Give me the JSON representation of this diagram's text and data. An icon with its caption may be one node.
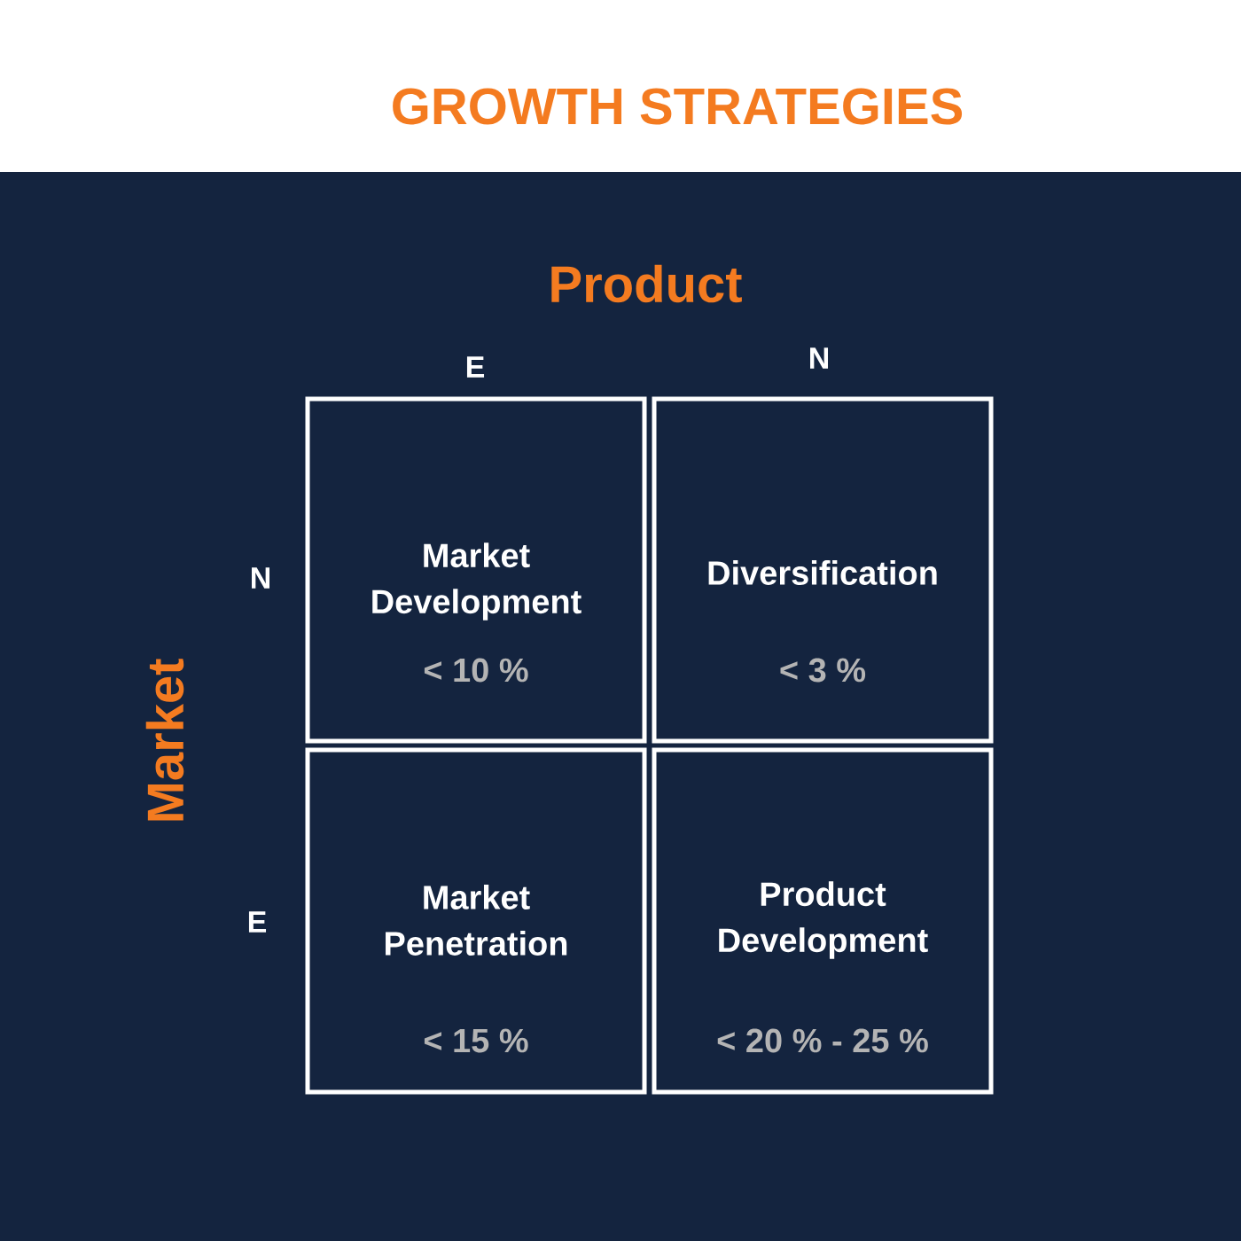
{
  "diagram": {
    "title": "GROWTH STRATEGIES",
    "nodes": [
      {
        "text": [
          "Market Development",
          "< 10 %"
        ]
      },
      {
        "text": [
          "Diversification",
          "< 3 %"
        ]
      },
      {
        "text": [
          "Market Penetration",
          "< 15 %"
        ]
      },
      {
        "text": [
          "Product Development",
          "< 20 % - 25 %"
        ]
      }
    ],
    "labels": [
      "Product",
      "E",
      "N",
      "Market",
      "N",
      "E"
    ]
  }
}
